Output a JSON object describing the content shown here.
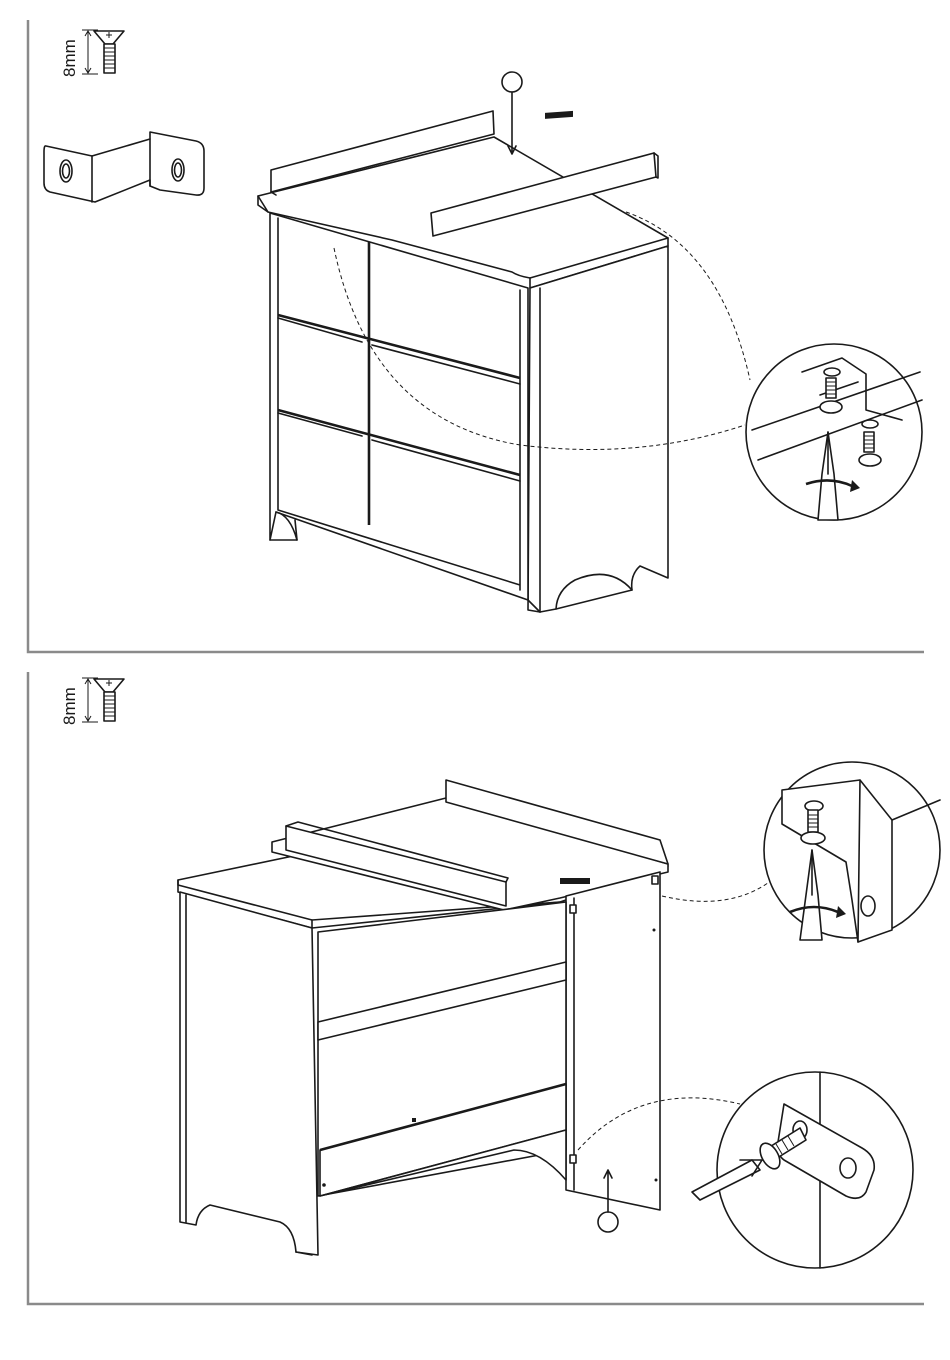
{
  "steps": [
    {
      "id": "step-top",
      "screw": {
        "label": "8mm",
        "icon": "countersunk-screw-icon"
      },
      "part": {
        "icon": "l-bracket-icon"
      },
      "callout": {
        "icon": "screwdriver-detail-icon"
      }
    },
    {
      "id": "step-bottom",
      "screw": {
        "label": "8mm",
        "icon": "countersunk-screw-icon"
      },
      "callouts": [
        {
          "icon": "screwdriver-detail-icon"
        },
        {
          "icon": "screw-plate-detail-icon"
        }
      ]
    }
  ],
  "colors": {
    "line": "#1a1a1a",
    "frame": "#8a8a8a",
    "background": "#ffffff"
  }
}
